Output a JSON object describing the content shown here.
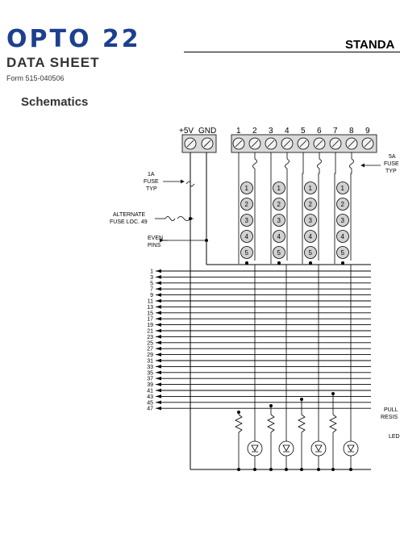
{
  "header": {
    "logo": "OPTO 22",
    "right_text": "STANDA",
    "doc_type": "DATA SHEET",
    "form": "Form 515-040506"
  },
  "section_title": "Schematics",
  "schematic": {
    "terminals_left": [
      "+5V",
      "GND"
    ],
    "terminals_right": [
      "1",
      "2",
      "3",
      "4",
      "5",
      "6",
      "7",
      "8",
      "9"
    ],
    "fuse_1a_label": [
      "1A",
      "FUSE",
      "TYP"
    ],
    "fuse_5a_label": [
      "5A",
      "FUSE",
      "TYP"
    ],
    "alternate_fuse_label": [
      "ALTERNATE",
      "FUSE LOC. 49"
    ],
    "even_pins_label": [
      "EVEN",
      "PINS"
    ],
    "module_pins": [
      "1",
      "2",
      "3",
      "4",
      "5"
    ],
    "odd_pins": [
      "1",
      "3",
      "5",
      "7",
      "9",
      "11",
      "13",
      "15",
      "17",
      "19",
      "21",
      "23",
      "25",
      "27",
      "29",
      "31",
      "33",
      "35",
      "37",
      "39",
      "41",
      "43",
      "45",
      "47"
    ],
    "pullup_label": [
      "PULL",
      "RESIS"
    ],
    "led_label": "LED"
  }
}
